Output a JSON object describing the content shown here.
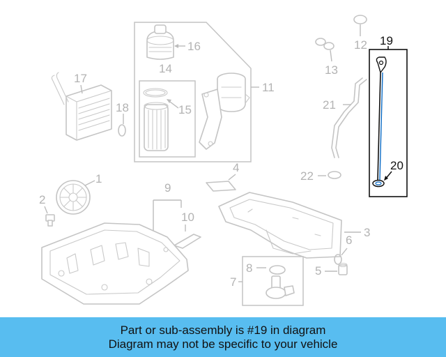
{
  "diagram": {
    "callouts": {
      "c1": "1",
      "c2": "2",
      "c3": "3",
      "c4": "4",
      "c5": "5",
      "c6": "6",
      "c7": "7",
      "c8": "8",
      "c9": "9",
      "c10": "10",
      "c11": "11",
      "c12": "12",
      "c13": "13",
      "c14": "14",
      "c15": "15",
      "c16": "16",
      "c17": "17",
      "c18": "18",
      "c19": "19",
      "c20": "20",
      "c21": "21",
      "c22": "22"
    },
    "highlighted_part": "19",
    "highlight_color": "#111111",
    "part_color": "#c4c4c4"
  },
  "banner": {
    "line1": "Part or sub-assembly is #19 in diagram",
    "line2": "Diagram may not be specific to your vehicle",
    "background": "#58bdf0"
  }
}
